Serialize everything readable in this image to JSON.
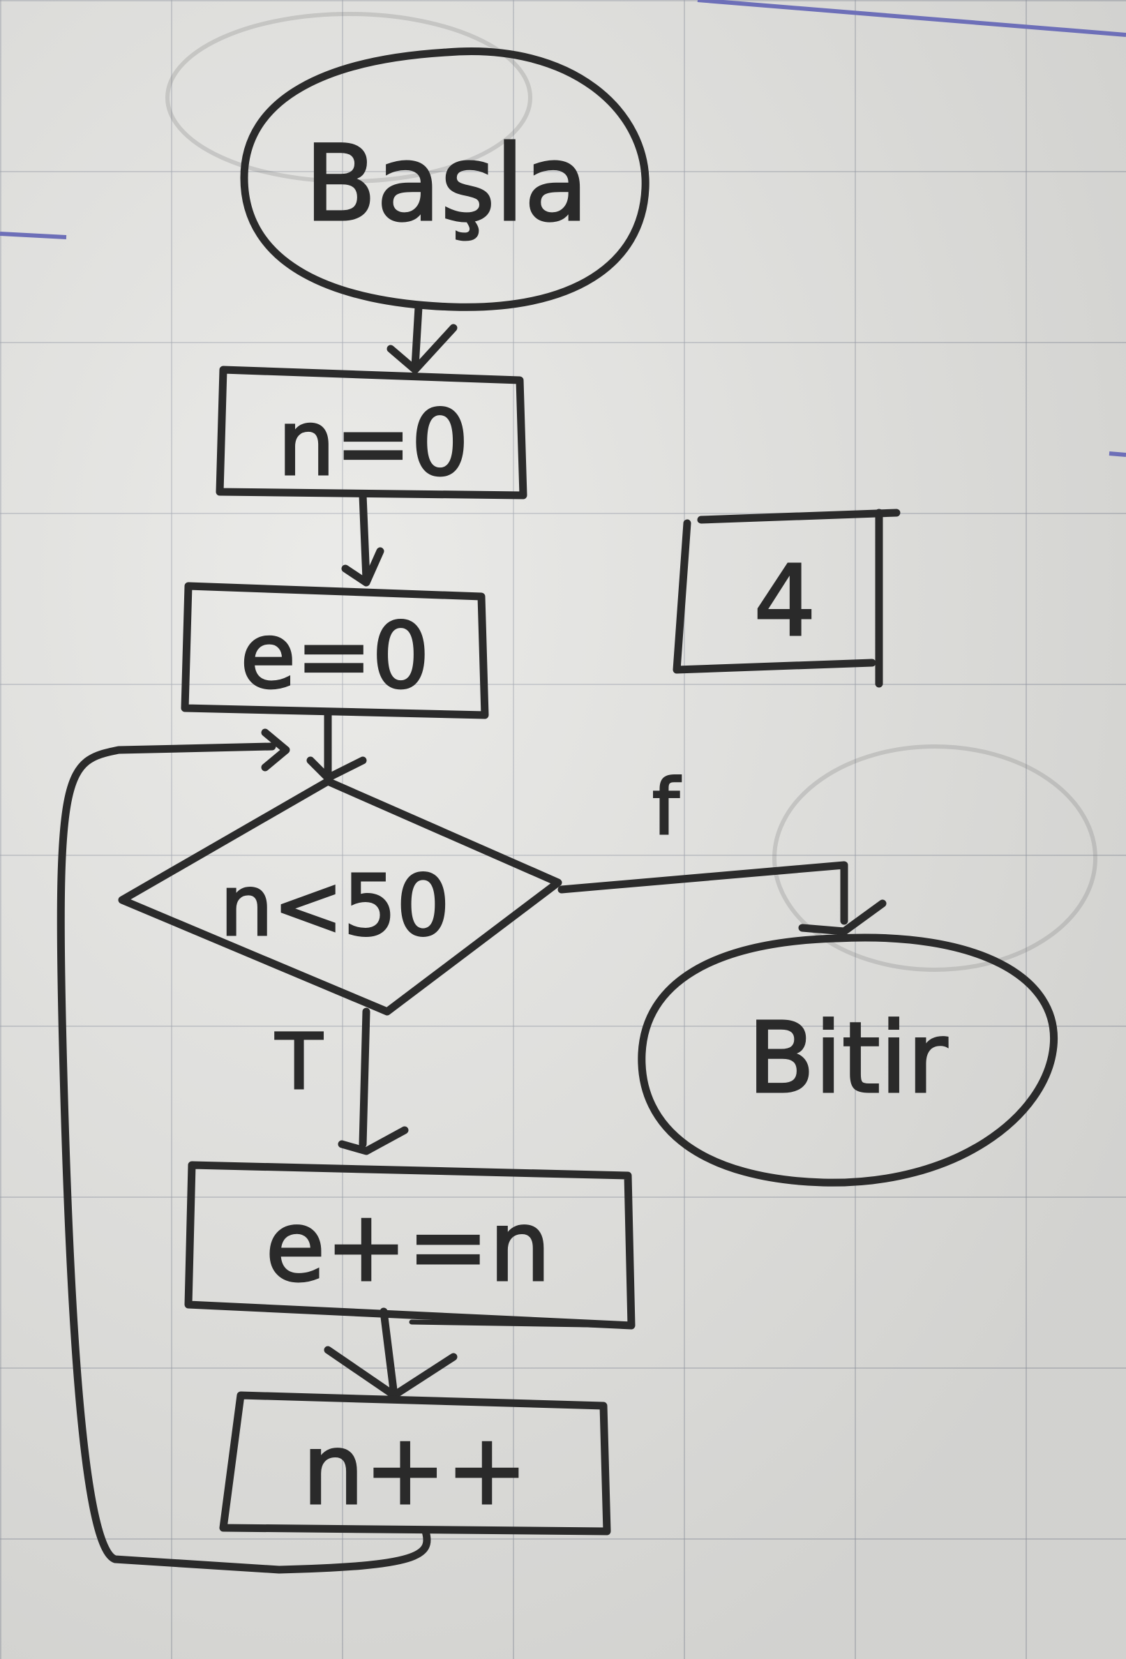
{
  "diagram": {
    "nodes": {
      "start": {
        "label": "Başla"
      },
      "init_n": {
        "label": "n=0"
      },
      "init_e": {
        "label": "e=0"
      },
      "condition": {
        "label": "n<50"
      },
      "accumulate": {
        "label": "e+=n"
      },
      "increment": {
        "label": "n++"
      },
      "end": {
        "label": "Bitir"
      },
      "output_box": {
        "label": "4"
      }
    },
    "edge_labels": {
      "true_branch": "T",
      "false_branch": "f"
    }
  },
  "colors": {
    "ink": "#2b2b2b",
    "paper": "#e4e4e1",
    "grid": "#969ba5",
    "margin": "#6d6fb8"
  }
}
